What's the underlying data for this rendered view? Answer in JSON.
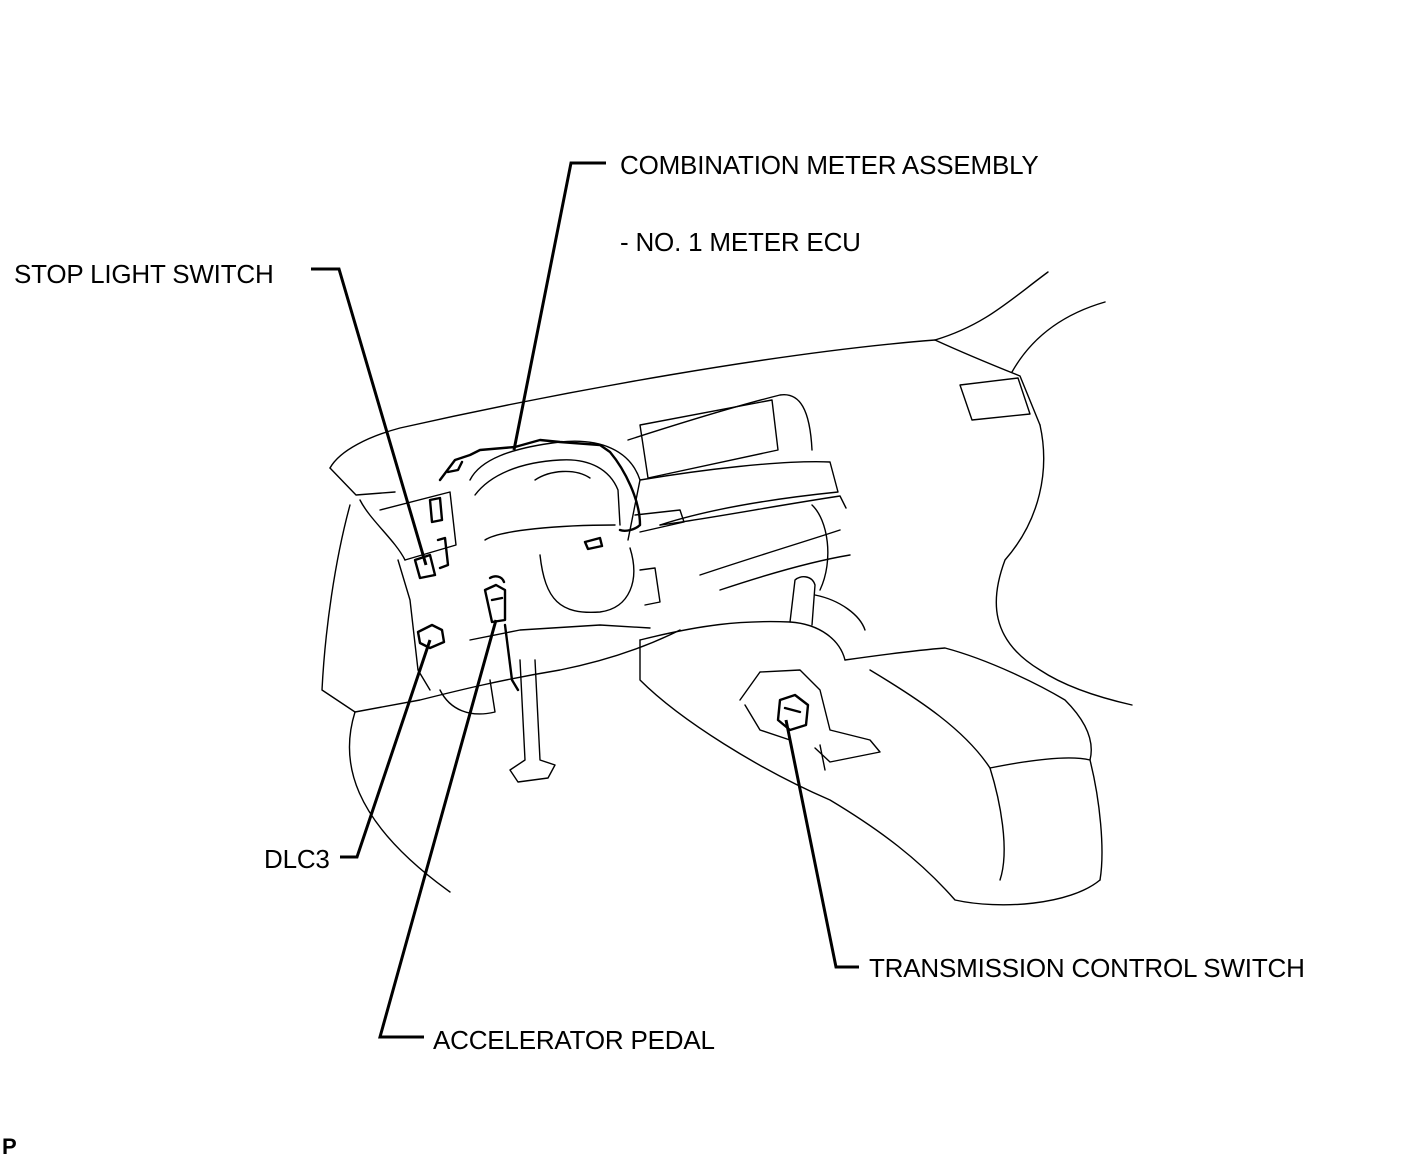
{
  "labels": {
    "combination_meter_assembly": "COMBINATION METER ASSEMBLY",
    "no1_meter_ecu": "- NO. 1 METER ECU",
    "stop_light_switch": "STOP LIGHT SWITCH",
    "dlc3": "DLC3",
    "accelerator_pedal": "ACCELERATOR PEDAL",
    "transmission_control_switch": "TRANSMISSION CONTROL SWITCH"
  },
  "corner_mark": "P",
  "colors": {
    "line": "#000000",
    "background": "#ffffff"
  }
}
